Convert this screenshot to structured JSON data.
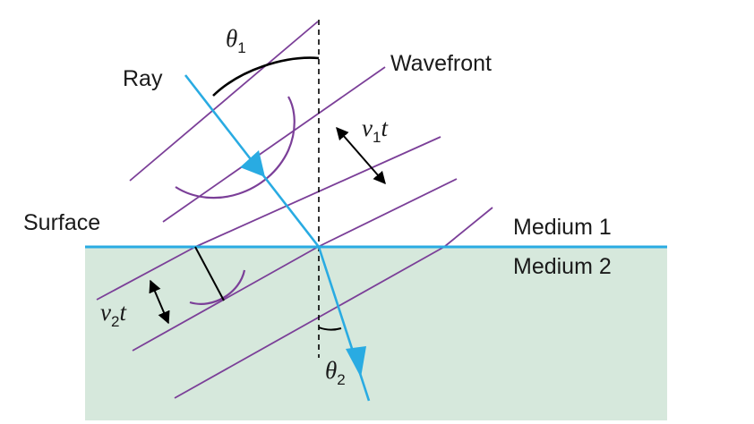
{
  "labels": {
    "ray": "Ray",
    "wavefront": "Wavefront",
    "surface": "Surface",
    "medium1": "Medium 1",
    "medium2": "Medium 2"
  },
  "symbols": {
    "theta1": {
      "base": "θ",
      "sub": "1"
    },
    "theta2": {
      "base": "θ",
      "sub": "2"
    },
    "v1t": {
      "v": "v",
      "sub": "1",
      "t": "t"
    },
    "v2t": {
      "v": "v",
      "sub": "2",
      "t": "t"
    }
  },
  "colors": {
    "medium2_fill": "#d6e8dc",
    "surface": "#29abe2",
    "ray": "#29abe2",
    "wavefront": "#7b3f98",
    "arc": "#7b3f98",
    "text": "#1a1a1a"
  }
}
